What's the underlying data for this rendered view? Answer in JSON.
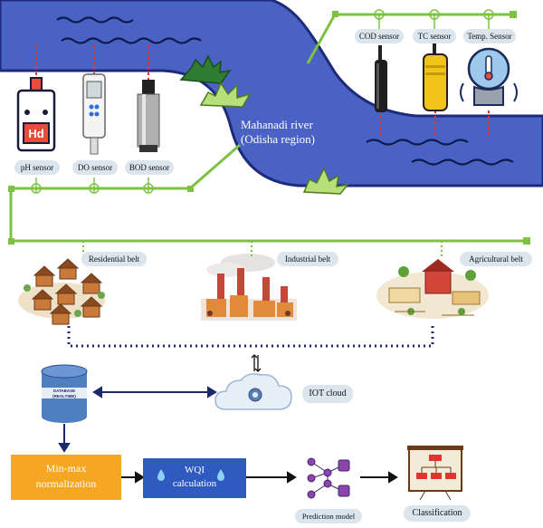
{
  "river": {
    "name": "Mahanadi river",
    "region": "(Odisha region)"
  },
  "sensors": {
    "ph": "pH sensor",
    "do": "DO sensor",
    "bod": "BOD sensor",
    "cod": "COD sensor",
    "tc": "TC sensor",
    "temp": "Temp. Sensor"
  },
  "ph_icon_text": "Hd",
  "belts": {
    "residential": "Residential belt",
    "industrial": "Industrial belt",
    "agricultural": "Agricultural belt"
  },
  "database_text": [
    "DATABASE",
    "(REALTIME)"
  ],
  "iot_cloud": "IOT cloud",
  "pipeline": {
    "minmax_line1": "Min-max",
    "minmax_line2": "normalization",
    "wqi_line1": "WQI",
    "wqi_line2": "calculation",
    "prediction": "Prediction model",
    "classification": "Classification"
  },
  "colors": {
    "river": "#4a62c4",
    "river_edge": "#1d2a7a",
    "wire": "#7dc242",
    "minmax_box": "#f5a623",
    "wqi_box": "#2f5bbf",
    "label_pill": "#dbe5ee",
    "dotted_link": "#1b2a6b",
    "probe_link": "#e0342f"
  }
}
